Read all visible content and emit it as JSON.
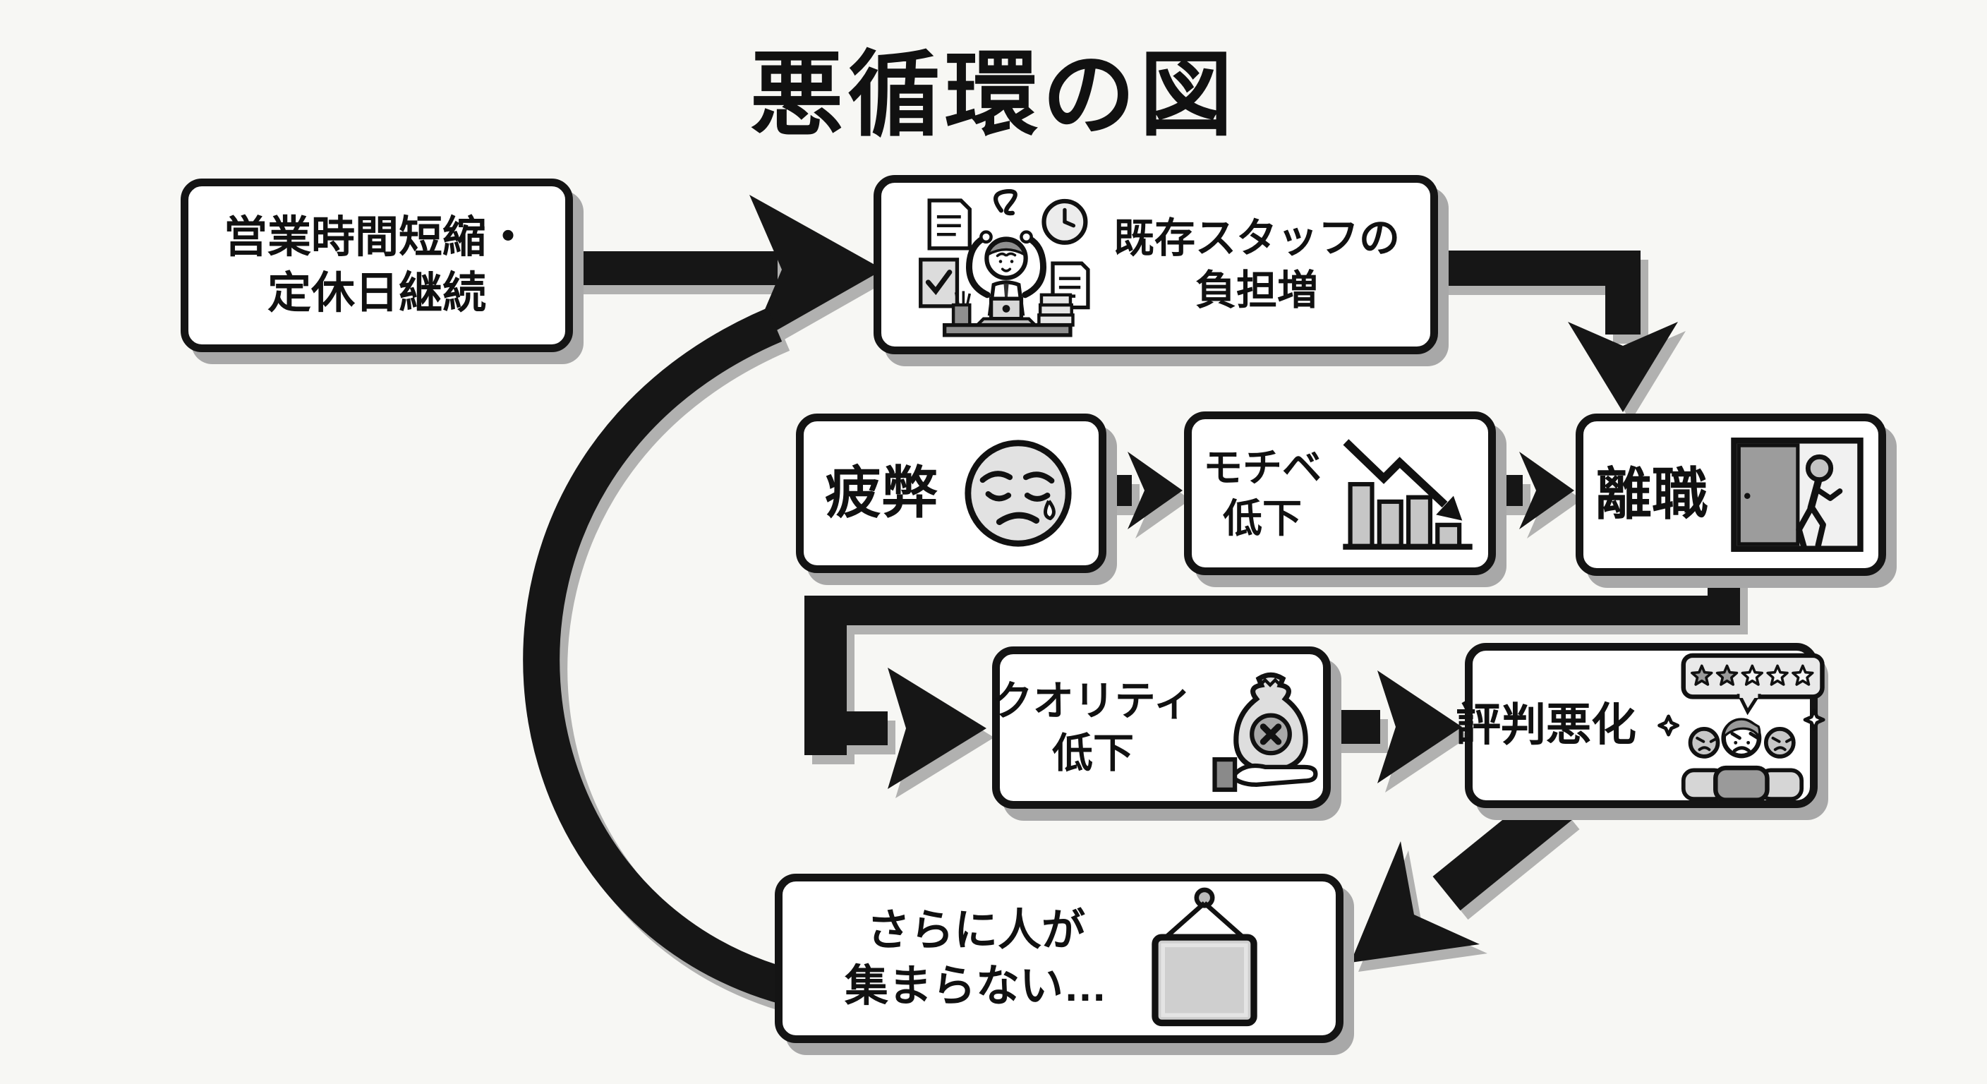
{
  "title": "悪循環の図",
  "boxes": {
    "cause": {
      "line1": "営業時間短縮・",
      "line2": "定休日継続"
    },
    "burden": {
      "line1": "既存スタッフの",
      "line2": "負担増",
      "icon": "stressed-worker-icon"
    },
    "exhaustion": {
      "label": "疲弊",
      "icon": "tired-face-icon"
    },
    "motivation": {
      "line1": "モチベ",
      "line2": "低下",
      "icon": "declining-bar-chart-icon"
    },
    "resignation": {
      "label": "離職",
      "icon": "exit-door-icon"
    },
    "quality": {
      "line1": "クオリティ",
      "line2": "低下",
      "icon": "money-bag-hand-icon"
    },
    "reputation": {
      "label": "評判悪化",
      "icon": "star-rating-angry-customers-icon"
    },
    "no_applicants": {
      "line1": "さらに人が",
      "line2": "集まらない…",
      "icon": "hanging-sign-icon"
    }
  },
  "rating": {
    "stars_total": 5,
    "stars_filled": 2
  },
  "colors": {
    "background": "#f7f7f4",
    "line": "#161616",
    "box_fill": "#ffffff",
    "box_border": "#141414",
    "shadow": "#a8a8a8",
    "icon_gray": "#c6c6c6",
    "icon_dark_gray": "#8f8f8f"
  }
}
